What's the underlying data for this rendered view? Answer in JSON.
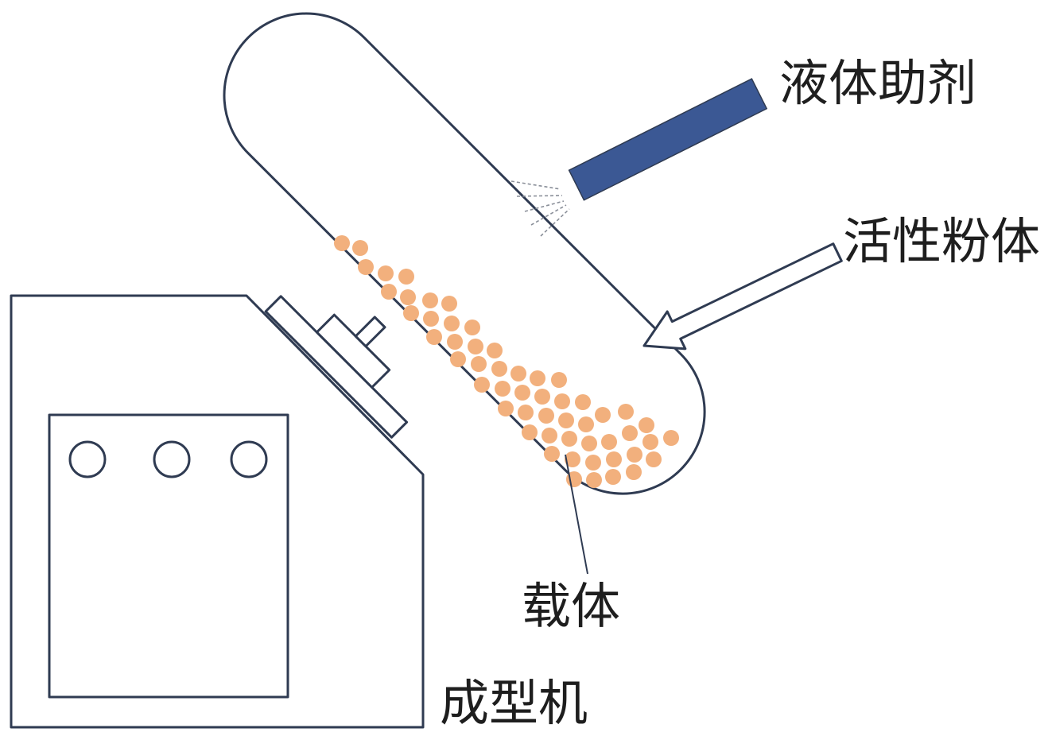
{
  "labels": {
    "liquid_additive": "液体助剂",
    "active_powder": "活性粉体",
    "carrier": "载体",
    "forming_machine": "成型机"
  },
  "colors": {
    "outline": "#2f3b52",
    "nozzle": "#3b5894",
    "carrier_particles": "#f2b07d",
    "background": "#ffffff"
  }
}
